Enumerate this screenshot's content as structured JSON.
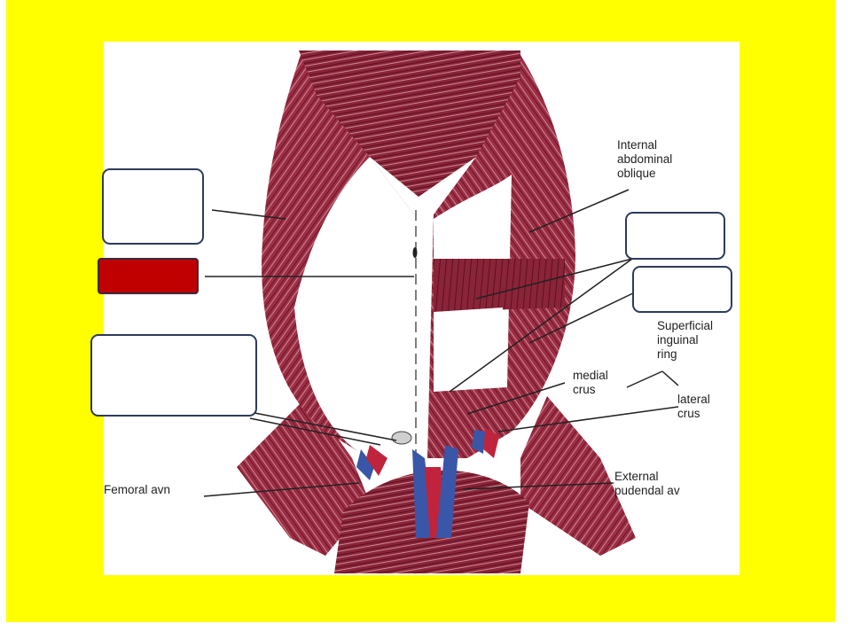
{
  "colors": {
    "slide_background": "#ffff00",
    "muscle": "#8a2438",
    "artery": "#c0243c",
    "vein": "#3a56a8",
    "highlight_box": "#c00000"
  },
  "labels": {
    "internal_abdominal_oblique": "Internal\nabdominal\noblique",
    "superficial_inguinal_ring": "Superficial\ninguinal\nring",
    "medial_crus": "medial\ncrus",
    "lateral_crus": "lateral\ncrus",
    "external_pudendal_av": "External\npudendal av",
    "femoral_avn": "Femoral avn"
  },
  "blank_boxes": [
    {
      "id": "upper-left",
      "highlighted": false
    },
    {
      "id": "middle-left",
      "highlighted": true
    },
    {
      "id": "lower-left",
      "highlighted": false
    },
    {
      "id": "right-top",
      "highlighted": false
    },
    {
      "id": "right-bottom",
      "highlighted": false
    }
  ]
}
